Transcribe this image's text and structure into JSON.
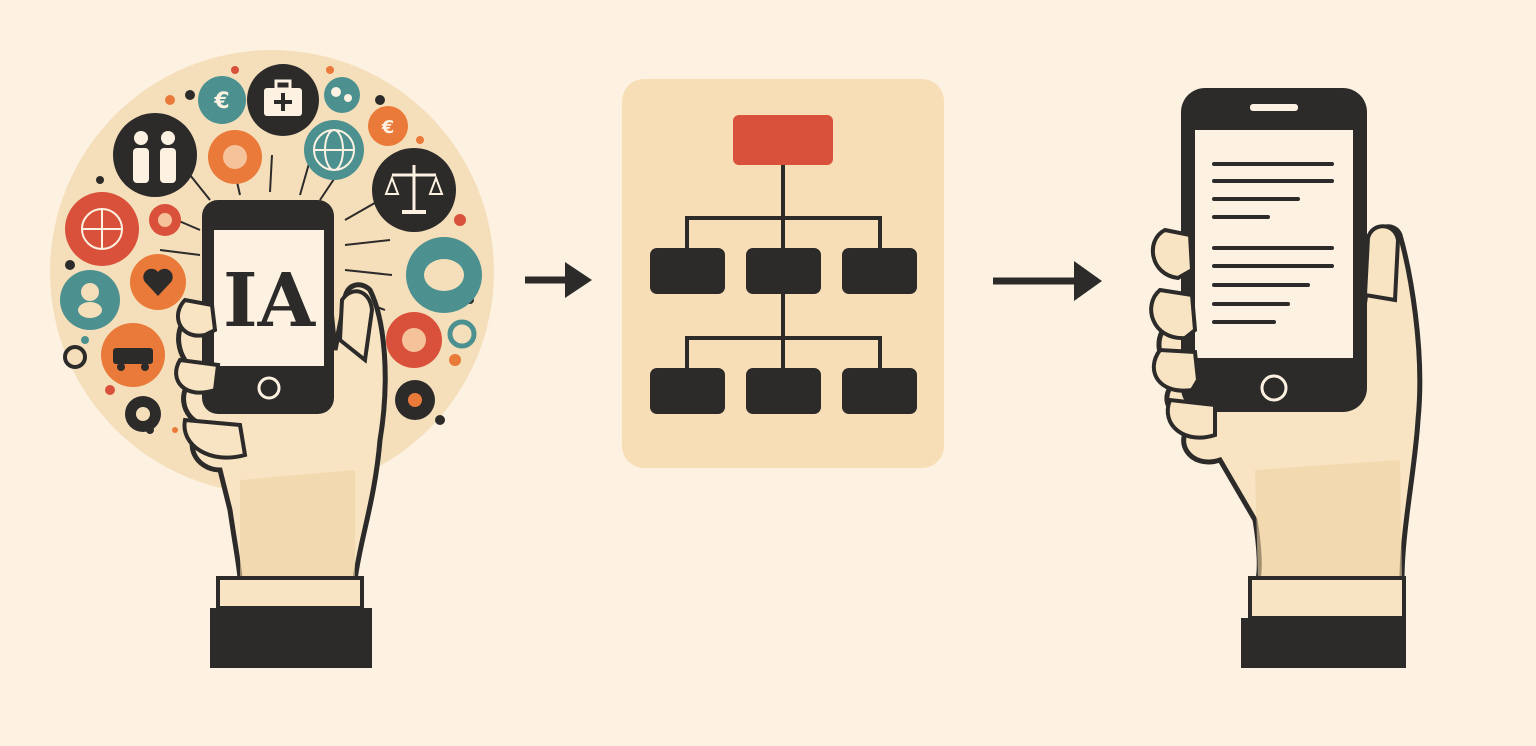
{
  "phone_screen_label": "IA",
  "colors": {
    "background": "#fdf2e2",
    "circle": "#f5dfbb",
    "panel": "#f7deb6",
    "accent_red": "#d9513a",
    "accent_orange": "#ea7a3a",
    "accent_teal": "#4c918f",
    "dark": "#2c2b2a",
    "skin": "#f8e4c2"
  },
  "icons": [
    "family-icon",
    "medical-kit-icon",
    "euro-icon",
    "globe-icon",
    "virus-icon",
    "scales-icon",
    "heart-icon",
    "brain-icon",
    "car-icon",
    "gear-icon",
    "germ-icon"
  ],
  "diagram": {
    "root_nodes": 1,
    "level_2_nodes": 3,
    "level_3_nodes": 3
  },
  "document_lines": 9
}
